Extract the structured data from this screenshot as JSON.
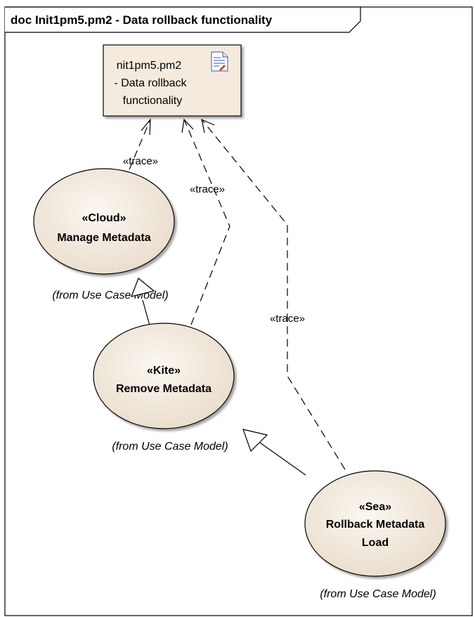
{
  "frame": {
    "title": "doc Init1pm5.pm2 - Data rollback functionality"
  },
  "artifact": {
    "lines": [
      "nit1pm5.pm2",
      "- Data rollback",
      "functionality"
    ],
    "icon": "document-icon"
  },
  "use_cases": [
    {
      "stereotype": "«Cloud»",
      "name_lines": [
        "Manage Metadata"
      ],
      "from": "(from Use Case Model)"
    },
    {
      "stereotype": "«Kite»",
      "name_lines": [
        "Remove Metadata"
      ],
      "from": "(from Use Case Model)"
    },
    {
      "stereotype": "«Sea»",
      "name_lines": [
        "Rollback Metadata",
        "Load"
      ],
      "from": "(from Use Case Model)"
    }
  ],
  "relations": {
    "trace_label": "«trace»"
  },
  "colors": {
    "ellipse_fill": "#f0e6da",
    "artifact_fill": "#f4ebde",
    "stroke": "#000000"
  }
}
